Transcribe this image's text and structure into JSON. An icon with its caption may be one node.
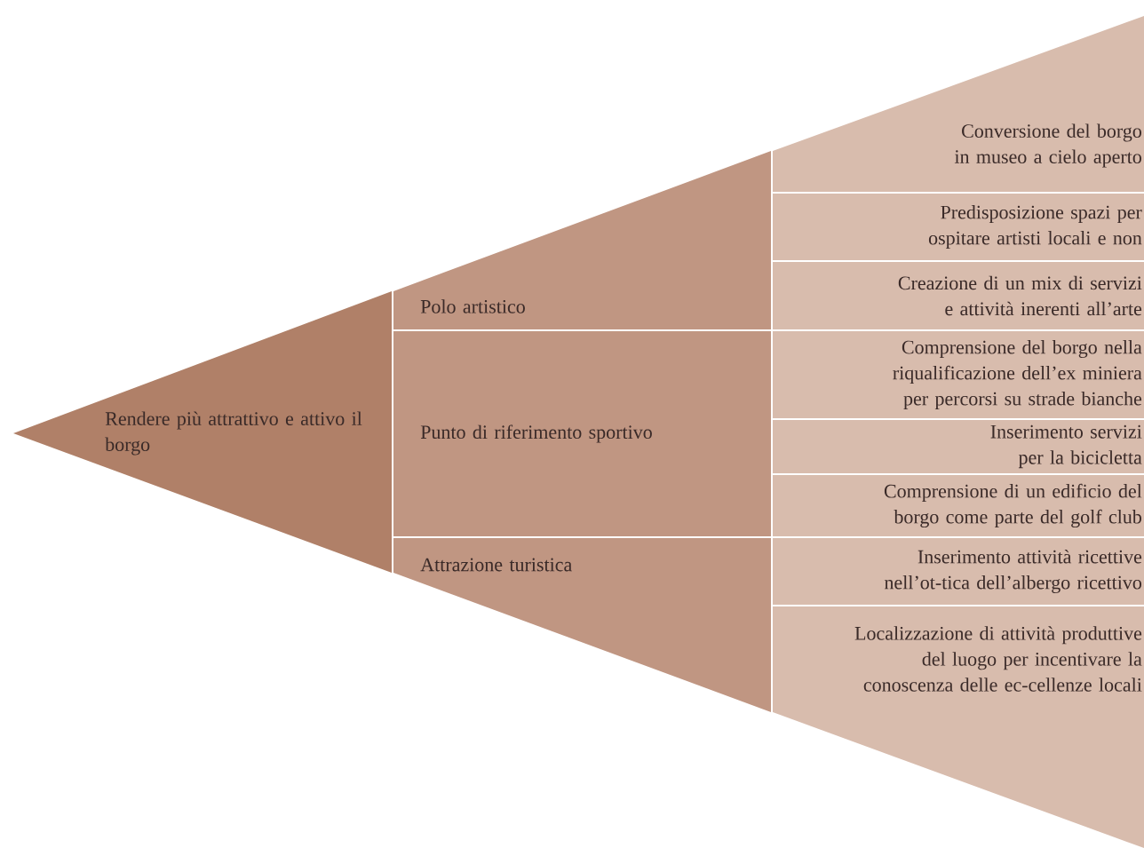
{
  "diagram": {
    "nodes": [
      {
        "text": [
          "Rendere più attrattivo e attivo il borgo"
        ]
      },
      {
        "text": [
          "Polo artistico"
        ]
      },
      {
        "text": [
          "Punto di riferimento sportivo"
        ]
      },
      {
        "text": [
          "Attrazione turistica"
        ]
      },
      {
        "text": [
          "Conversione del borgo in museo a cielo aperto"
        ]
      },
      {
        "text": [
          "Predisposizione spazi per ospitare artisti locali e non"
        ]
      },
      {
        "text": [
          "Creazione di un mix di servizi e attività inerenti all’arte"
        ]
      },
      {
        "text": [
          "Comprensione del borgo nella riqualificazione dell’ex miniera per percorsi su strade bianche"
        ]
      },
      {
        "text": [
          "Inserimento servizi per la bicicletta"
        ]
      },
      {
        "text": [
          "Comprensione di un edificio del borgo come parte del golf club"
        ]
      },
      {
        "text": [
          "Inserimento attività ricettive nell’ot-tica dell’albergo ricettivo"
        ]
      },
      {
        "text": [
          "Localizzazione di attività produttive del luogo per incentivare la conoscenza delle ec-cellenze locali"
        ]
      }
    ]
  }
}
